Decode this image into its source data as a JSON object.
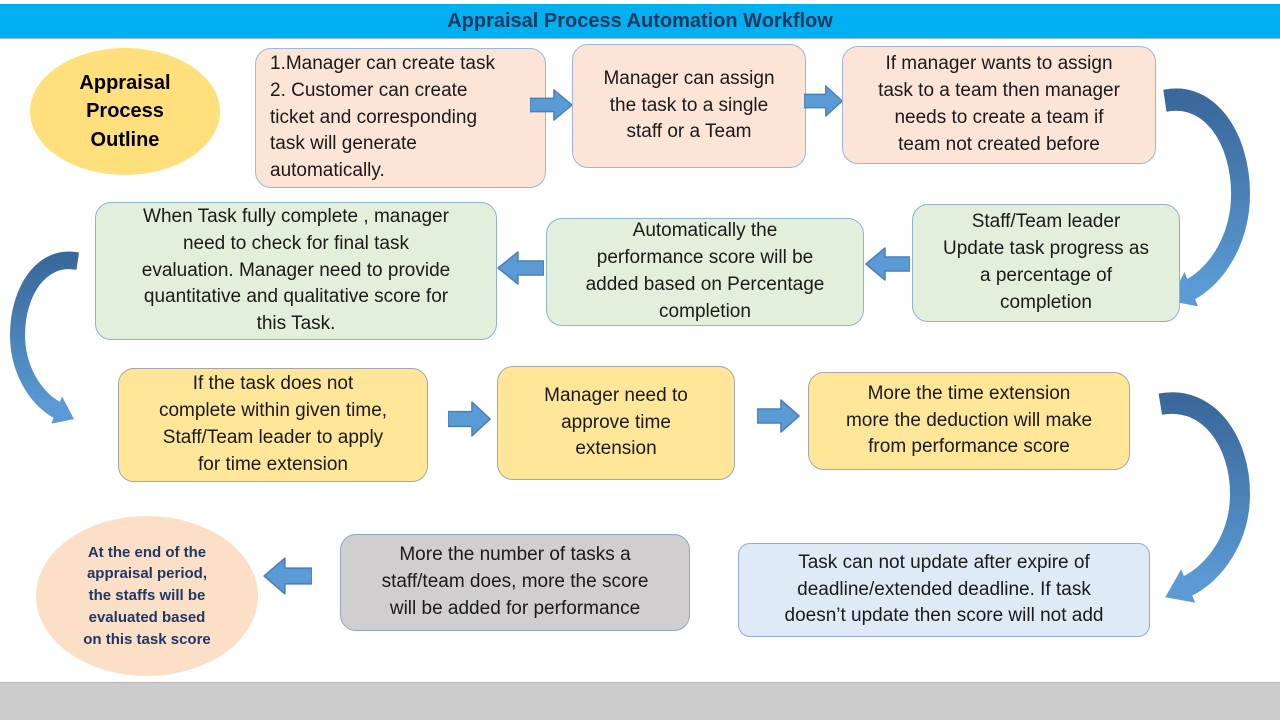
{
  "header": {
    "title": "Appraisal Process Automation Workflow"
  },
  "colors": {
    "header_bg": "#00B0F0",
    "header_text": "#17375E",
    "peach_fill": "#FCE4D6",
    "green_fill": "#E2EFDA",
    "yellow_fill": "#FFE699",
    "gray_fill": "#D0CECE",
    "lightblue_fill": "#DEEBF7",
    "ellipse_yellow": "#FFE07D",
    "ellipse_peach": "#FCDFC7",
    "arrow_fill": "#5B9BD5",
    "arrow_stroke": "#4A7EBB",
    "footer_bg": "#CDCCCC",
    "navy_text": "#1F3864"
  },
  "nodes": {
    "outline": {
      "text": "Appraisal\nProcess\nOutline"
    },
    "create_task": {
      "text": "1.Manager can create task\n2. Customer can create\nticket and corresponding\ntask will generate\nautomatically."
    },
    "assign_task": {
      "text": "Manager can assign\nthe task to a single\nstaff or a Team"
    },
    "create_team": {
      "text": "If manager wants to assign\ntask to a team then manager\nneeds to create a team if\nteam not created before"
    },
    "update_progress": {
      "text": "Staff/Team leader\nUpdate task progress as\na percentage of\ncompletion"
    },
    "auto_score": {
      "text": "Automatically the\nperformance score will be\nadded based on Percentage\ncompletion"
    },
    "final_evaluation": {
      "text": "When Task fully complete , manager\nneed to check for final task\nevaluation. Manager need to provide\nquantitative and qualitative score for\nthis Task."
    },
    "time_extension_apply": {
      "text": "If the task does not\ncomplete within given time,\nStaff/Team leader to apply\nfor time extension"
    },
    "approve_extension": {
      "text": "Manager need to\napprove time\nextension"
    },
    "extension_deduction": {
      "text": "More the time extension\nmore the deduction will make\nfrom performance score"
    },
    "deadline_expire": {
      "text": "Task can not update after expire of\ndeadline/extended deadline. If task\ndoesn’t update then score will not add"
    },
    "more_tasks_score": {
      "text": "More the number of tasks a\nstaff/team does, more the score\nwill be added for performance"
    },
    "final_outcome": {
      "text": "At the end of the\nappraisal  period,\nthe staffs will be\nevaluated based\non this task score"
    }
  }
}
